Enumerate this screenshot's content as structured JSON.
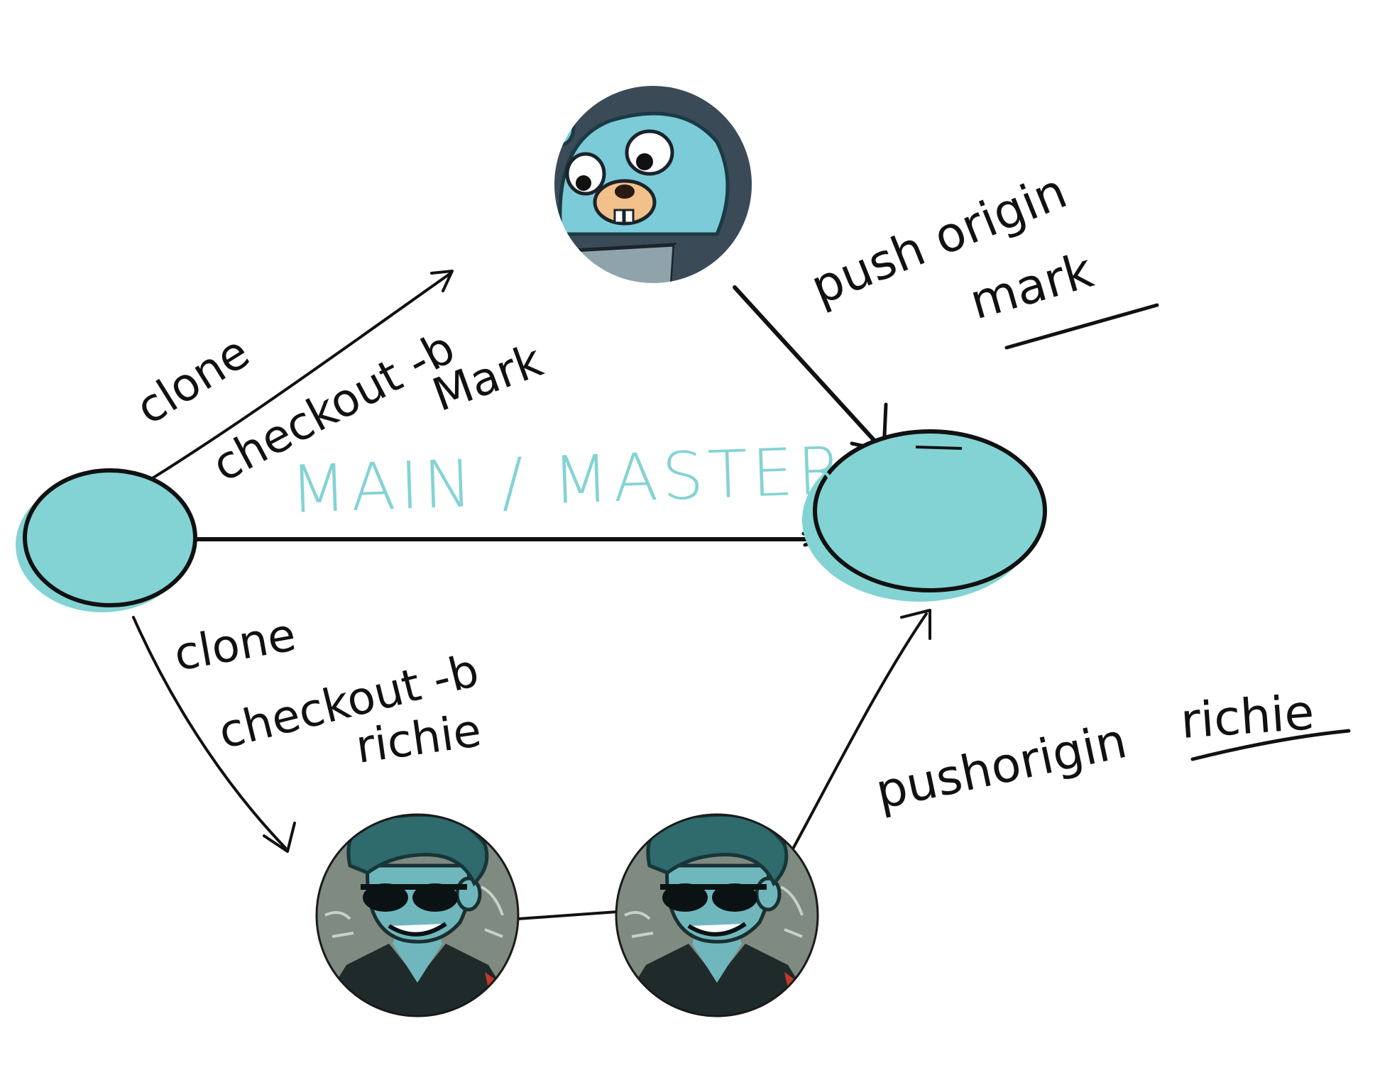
{
  "diagram": {
    "colors": {
      "node_fill": "#84d3d4",
      "ink": "#111111",
      "main_label": "#84d3d4",
      "gopher_body": "#7ccbd8",
      "gopher_hood": "#3b4a57",
      "gopher_snout": "#f2c08a",
      "richie_skin": "#6fb7bd",
      "richie_hair": "#2f6a6c",
      "richie_bg": "#7f8a80",
      "richie_jacket": "#1f2a2b",
      "richie_red": "#c0392b"
    },
    "main_label": "MAIN / MASTER",
    "top_left_arrow": {
      "line1": "clone",
      "line2": "checkout -b",
      "line3": "Mark"
    },
    "bottom_left_arrow": {
      "line1": "clone",
      "line2": "checkout -b",
      "line3": "richie"
    },
    "top_right_arrow": {
      "line1": "push origin",
      "line2": "mark"
    },
    "bottom_right_arrow": {
      "prefix": "pushorigin",
      "branch": "richie"
    },
    "avatars": {
      "mark": {
        "icon": "gopher-hooded-avatar"
      },
      "richie": {
        "icon": "richie-sunglasses-avatar"
      }
    }
  }
}
